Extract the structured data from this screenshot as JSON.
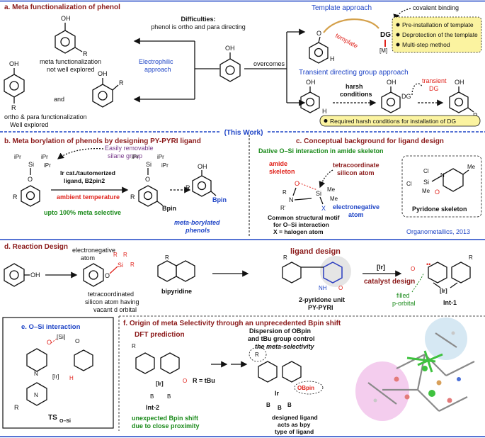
{
  "secA": {
    "title": "a. Meta functionalization of phenol",
    "difficulties": "Difficulties:",
    "difficulties_desc": "phenol is ortho and para directing",
    "meta_line1": "meta functionalization",
    "meta_line2": "not well explored",
    "electrophilic1": "Electrophilic",
    "electrophilic2": "approach",
    "and": "and",
    "op_line1": "ortho & para functionalization",
    "op_line2": "Well explored",
    "overcomes": "overcomes",
    "template_approach": "Template approach",
    "covalent": "covalent binding",
    "template": "template",
    "dg": "DG",
    "metal": "[M]",
    "bullets": [
      "Pre-installation of template",
      "Deprotection of the template",
      "Multi-step method"
    ],
    "transient_title": "Transient directing group approach",
    "harsh1": "harsh",
    "harsh2": "conditions",
    "transient1": "transient",
    "transient2": "DG",
    "required": "Required harsh conditions for installation of DG",
    "OH": "OH",
    "R": "R",
    "O": "O",
    "H": "H"
  },
  "secB": {
    "title": "b. Meta borylation of phenols by designing PY-PYRI ligand",
    "this_work": "(This Work)",
    "ipr": "iPr",
    "si": "Si",
    "easily1": "Easily removable",
    "easily2": "silane group",
    "cond1": "Ir cat./tautomerized",
    "cond2": "ligand, B2pin2",
    "ambient": "ambient temperature",
    "upto": "upto 100% meta selective",
    "bpin": "Bpin",
    "mbp1": "meta-borylated",
    "mbp2": "phenols"
  },
  "secC": {
    "title": "c. Conceptual background for ligand design",
    "dative": "Dative O–Si interaction in amide skeleton",
    "amide1": "amide",
    "amide2": "skeleton",
    "tetra1": "tetracoordinate",
    "tetra2": "silicon atom",
    "me": "Me",
    "electroneg1": "electronegative",
    "electroneg2": "atom",
    "common1": "Common structural motif",
    "common2": "for O–Si interaction",
    "common3": "X = halogen atom",
    "pyridone": "Pyridone skeleton",
    "cl": "Cl",
    "x": "X",
    "n": "N",
    "rp": "R'",
    "ref": "Organometallics, 2013"
  },
  "secD": {
    "title": "d. Reaction Design",
    "electroneg1": "electronegative",
    "electroneg2": "atom",
    "tetra1": "tetracoordinated",
    "tetra2": "silicon atom having",
    "tetra3": "vacant d orbital",
    "bipyridine": "bipyridine",
    "ligand_design": "ligand design",
    "pyridone_unit": "2-pyridone unit",
    "pypyri": "PY-PYRI",
    "ir": "[Ir]",
    "catalyst_design": "catalyst design",
    "filled1": "filled",
    "filled2": "p-orbital",
    "int1": "Int-1",
    "nh": "NH",
    "o": "O"
  },
  "secE": {
    "title": "e. O–Si interaction",
    "si": "[Si]",
    "ir": "[Ir]",
    "ts": "TS",
    "ts_sub": "O–Si",
    "h": "H",
    "o": "O",
    "n": "N",
    "r": "R"
  },
  "secF": {
    "title": "f. Origin of meta Selectivity through an unprecedented Bpin shift",
    "dft": "DFT prediction",
    "int2": "Int-2",
    "rtbu": "R = tBu",
    "unexpected1": "unexpected Bpin shift",
    "unexpected2": "due to close proximity",
    "dispersion1": "Dispersion of OBpin",
    "dispersion2": "and tBu group control",
    "dispersion3": "the meta-selectivity",
    "designed1": "designed ligand",
    "designed2": "acts as bpy",
    "designed3": "type of ligand",
    "obpin": "OBpin",
    "b": "B",
    "ir": "Ir",
    "irb": "[Ir]",
    "r": "R"
  },
  "colors": {
    "section_title": "#8b1a1a",
    "blue": "#1f45c6",
    "red": "#e0231c",
    "green": "#1a8a1a",
    "highlight": "#fbf3a0",
    "pyridone_blue": "#2a3cc0"
  }
}
